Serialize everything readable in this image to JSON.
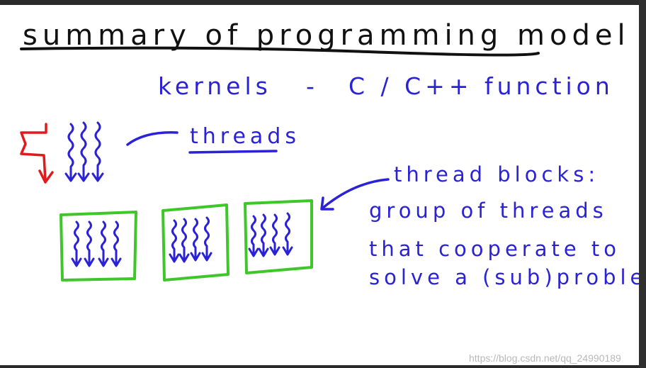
{
  "title": "summary of programming model",
  "kernels": {
    "label": "kernels",
    "dash": "-",
    "definition": "C / C++ function"
  },
  "threads": {
    "label": "threads"
  },
  "thread_blocks": {
    "line1": "thread blocks:",
    "line2": "group of threads",
    "line3": "that cooperate to",
    "line4": "solve a (sub)problem"
  },
  "watermark": "https://blog.csdn.net/qq_24990189",
  "colors": {
    "ink_black": "#111111",
    "ink_blue": "#2a22d6",
    "ink_red": "#e01b1b",
    "ink_green": "#3ec62a",
    "background": "#ffffff"
  },
  "icons": [
    "squiggly-thread-arrows",
    "red-zigzag-launch-arrow",
    "curved-pointer-arrow"
  ]
}
